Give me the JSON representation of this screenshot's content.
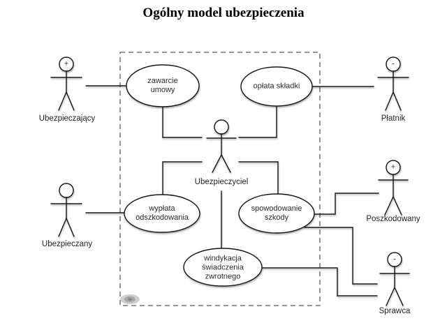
{
  "title": "Ogólny model ubezpieczenia",
  "diagram": {
    "kind": "uml-use-case-diagram",
    "actors": [
      {
        "name": "Ubezpieczający",
        "badge": "+"
      },
      {
        "name": "Płatnik",
        "badge": "-"
      },
      {
        "name": "Ubezpieczyciel",
        "badge": ""
      },
      {
        "name": "Ubezpieczany",
        "badge": "+"
      },
      {
        "name": "Poszkodowany",
        "badge": "+"
      },
      {
        "name": "Sprawca",
        "badge": "-"
      }
    ],
    "use_cases": [
      {
        "label": "zawarcie umowy"
      },
      {
        "label": "opłata składki"
      },
      {
        "label": "wypłata odszkodowania"
      },
      {
        "label": "spowodowanie szkody"
      },
      {
        "label": "windykacja świadczenia zwrotnego"
      }
    ],
    "associations": [
      {
        "from": "Ubezpieczający",
        "to": "zawarcie umowy"
      },
      {
        "from": "Płatnik",
        "to": "opłata składki"
      },
      {
        "from": "Ubezpieczyciel",
        "to": "zawarcie umowy"
      },
      {
        "from": "Ubezpieczyciel",
        "to": "opłata składki"
      },
      {
        "from": "Ubezpieczyciel",
        "to": "wypłata odszkodowania"
      },
      {
        "from": "Ubezpieczyciel",
        "to": "spowodowanie szkody"
      },
      {
        "from": "Ubezpieczyciel",
        "to": "windykacja świadczenia zwrotnego"
      },
      {
        "from": "Ubezpieczany",
        "to": "wypłata odszkodowania"
      },
      {
        "from": "Poszkodowany",
        "to": "spowodowanie szkody"
      },
      {
        "from": "Sprawca",
        "to": "spowodowanie szkody"
      },
      {
        "from": "Sprawca",
        "to": "windykacja świadczenia zwrotnego"
      }
    ]
  }
}
